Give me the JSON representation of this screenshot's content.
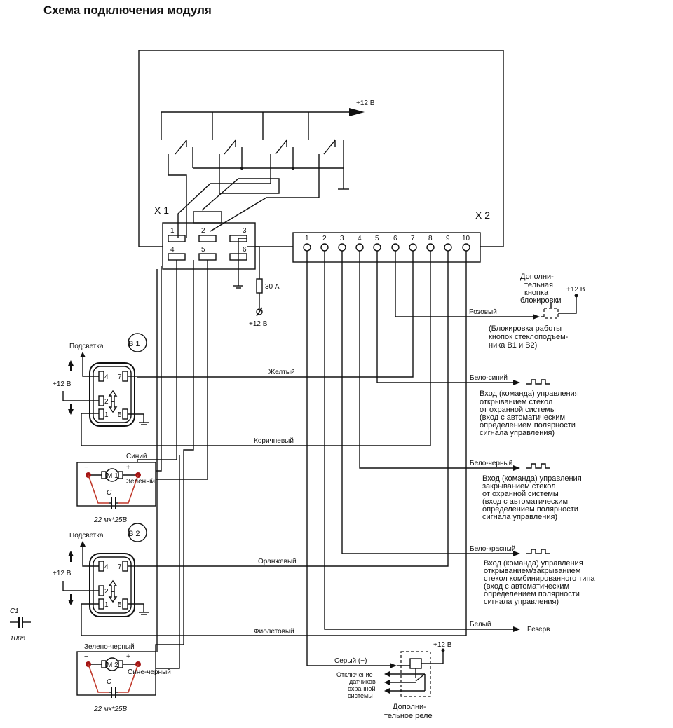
{
  "title": "Схема подключения модуля",
  "connectors": {
    "x1": "X 1",
    "x2": "X 2"
  },
  "x1_pins": [
    "1",
    "2",
    "3",
    "4",
    "5",
    "6"
  ],
  "x2_pins": [
    "1",
    "2",
    "3",
    "4",
    "5",
    "6",
    "7",
    "8",
    "9",
    "10"
  ],
  "supply": {
    "top": "+12 В",
    "fuse": "30 А",
    "fuse_supply": "+12 В",
    "extra_btn": "+12 В",
    "b1": "+12 В",
    "b2": "+12 В",
    "relay": "+12 В"
  },
  "extra_button": {
    "line1": "Дополни-",
    "line2": "тельная",
    "line3": "кнопка",
    "line4": "блокировки"
  },
  "wires": {
    "pink": "Розовый",
    "yellow": "Желтый",
    "white_blue": "Бело-синий",
    "brown": "Коричневый",
    "blue": "Синий",
    "green": "Зеленый",
    "white_black": "Бело-черный",
    "orange": "Оранжевый",
    "white_red": "Бело-красный",
    "violet": "Фиолетовый",
    "white": "Белый",
    "green_black": "Зелено-черный",
    "blue_black": "Сине-черный",
    "gray": "Серый (−)"
  },
  "reserve": "Резерв",
  "switches": {
    "b1": "B 1",
    "b2": "B 2",
    "backlight_b1": "Подсветка",
    "backlight_b2": "Подсветка"
  },
  "switch_pins": [
    "4",
    "7",
    "2",
    "1",
    "5"
  ],
  "motors": {
    "m1": "M 1",
    "m2": "M 2",
    "cap": "C",
    "cap_value_1": "22 мк*25В",
    "cap_value_2": "22 мк*25В"
  },
  "c1": {
    "name": "C1",
    "value": "100n"
  },
  "notes": {
    "block": [
      "(Блокировка работы",
      "кнопок стеклоподъем-",
      "ника В1 и В2)"
    ],
    "open": [
      "Вход (команда) управления",
      "открыванием стекол",
      "от охранной системы",
      "(вход с автоматическим",
      "определением полярности",
      "сигнала управления)"
    ],
    "close": [
      "Вход (команда) управления",
      "закрыванием стекол",
      "от охранной системы",
      "(вход с автоматическим",
      "определением полярности",
      "сигнала управления)"
    ],
    "combined": [
      "Вход (команда) управления",
      "открыванием/закрыванием",
      "стекол комбинированного типа",
      "(вход с автоматическим",
      "определением полярности",
      "сигнала управления)"
    ],
    "sensors": [
      "Отключение",
      "датчиков",
      "охранной",
      "системы"
    ],
    "relay": [
      "Дополни-",
      "тельное реле"
    ]
  }
}
